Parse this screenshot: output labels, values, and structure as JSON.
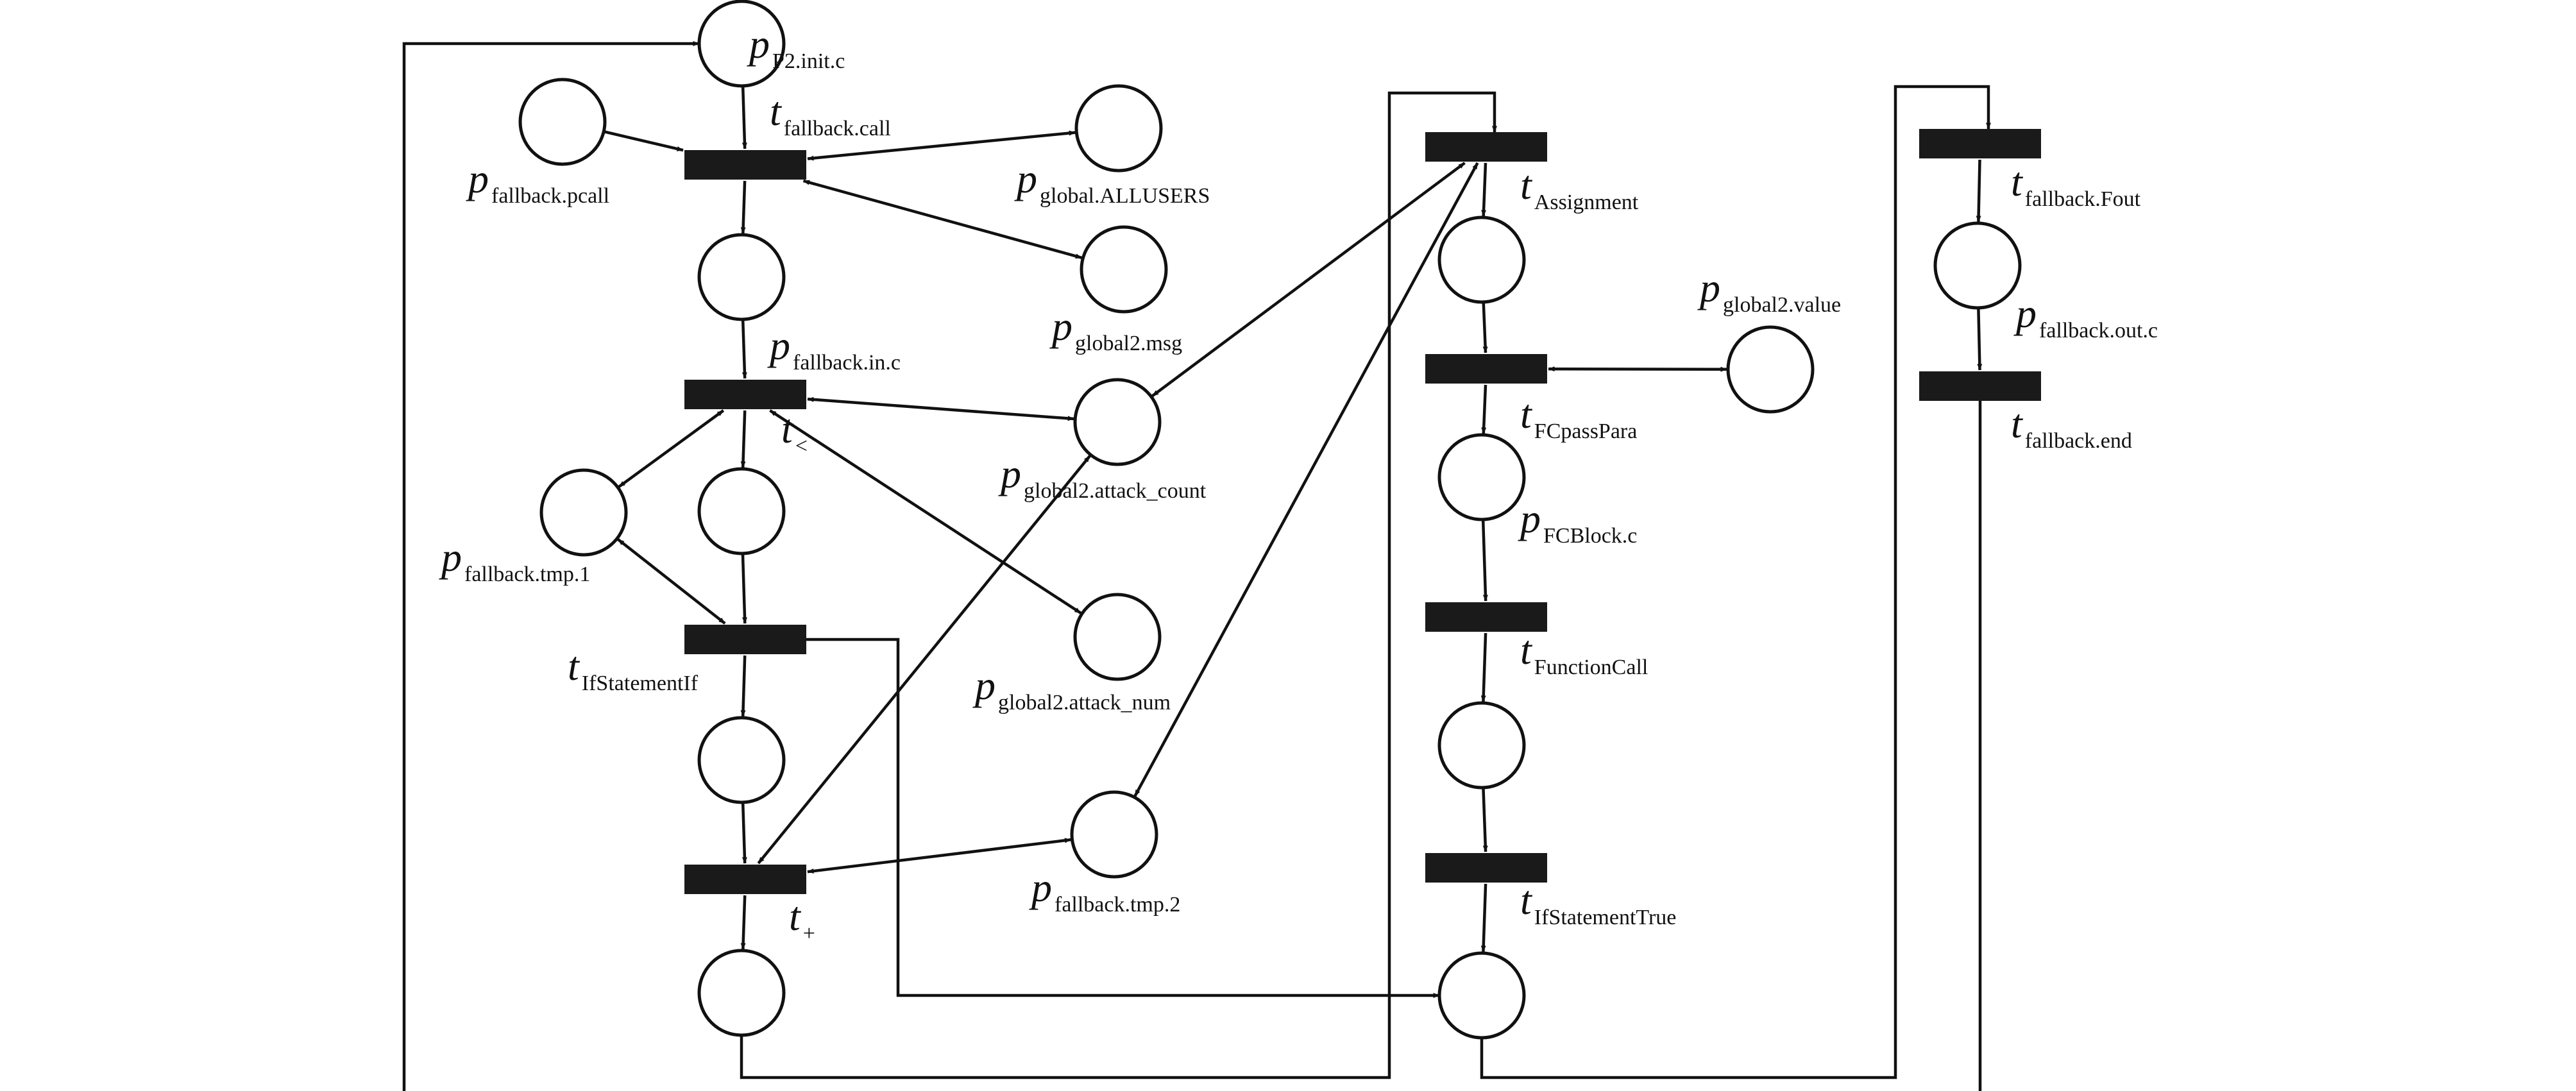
{
  "places": [
    {
      "id": "P_init",
      "name": "p",
      "sub": "P2.init.c"
    },
    {
      "id": "P_pcall",
      "name": "p",
      "sub": "fallback.pcall"
    },
    {
      "id": "P_allusers",
      "name": "p",
      "sub": "global.ALLUSERS"
    },
    {
      "id": "P_in",
      "name": "p",
      "sub": "fallback.in.c"
    },
    {
      "id": "P_msg",
      "name": "p",
      "sub": "global2.msg"
    },
    {
      "id": "P_count",
      "name": "p",
      "sub": "global2.attack_count"
    },
    {
      "id": "P_tmp1",
      "name": "p",
      "sub": "fallback.tmp.1"
    },
    {
      "id": "P_mid",
      "name": "",
      "sub": ""
    },
    {
      "id": "P_num",
      "name": "p",
      "sub": "global2.attack_num"
    },
    {
      "id": "P_if",
      "name": "",
      "sub": ""
    },
    {
      "id": "P_tmp2",
      "name": "p",
      "sub": "fallback.tmp.2"
    },
    {
      "id": "P_end_left",
      "name": "",
      "sub": ""
    },
    {
      "id": "P_assign",
      "name": "",
      "sub": ""
    },
    {
      "id": "P_value",
      "name": "p",
      "sub": "global2.value"
    },
    {
      "id": "P_fcblock",
      "name": "p",
      "sub": "FCBlock.c"
    },
    {
      "id": "P_fcall",
      "name": "",
      "sub": ""
    },
    {
      "id": "P_true",
      "name": "",
      "sub": ""
    },
    {
      "id": "P_out",
      "name": "p",
      "sub": "fallback.out.c"
    }
  ],
  "transitions": [
    {
      "id": "T_call",
      "name": "t",
      "sub": "fallback.call"
    },
    {
      "id": "T_lt",
      "name": "t",
      "sub": "<"
    },
    {
      "id": "T_if",
      "name": "t",
      "sub": "IfStatementIf"
    },
    {
      "id": "T_plus",
      "name": "t",
      "sub": "+"
    },
    {
      "id": "T_assign",
      "name": "t",
      "sub": "Assignment"
    },
    {
      "id": "T_pass",
      "name": "t",
      "sub": "FCpassPara"
    },
    {
      "id": "T_fcall",
      "name": "t",
      "sub": "FunctionCall"
    },
    {
      "id": "T_true",
      "name": "t",
      "sub": "IfStatementTrue"
    },
    {
      "id": "T_fout",
      "name": "t",
      "sub": "fallback.Fout"
    },
    {
      "id": "T_end",
      "name": "t",
      "sub": "fallback.end"
    }
  ],
  "arcs": [
    {
      "from": "P_init",
      "to": "T_call",
      "type": "forward"
    },
    {
      "from": "P_pcall",
      "to": "T_call",
      "type": "forward"
    },
    {
      "from": "T_call",
      "to": "P_allusers",
      "type": "bidirectional"
    },
    {
      "from": "T_call",
      "to": "P_msg",
      "type": "bidirectional"
    },
    {
      "from": "T_call",
      "to": "P_in",
      "type": "forward"
    },
    {
      "from": "P_in",
      "to": "T_lt",
      "type": "forward"
    },
    {
      "from": "T_lt",
      "to": "P_count",
      "type": "bidirectional"
    },
    {
      "from": "T_lt",
      "to": "P_num",
      "type": "bidirectional"
    },
    {
      "from": "T_lt",
      "to": "P_tmp1",
      "type": "bidirectional"
    },
    {
      "from": "T_lt",
      "to": "P_mid",
      "type": "forward"
    },
    {
      "from": "P_mid",
      "to": "T_if",
      "type": "forward"
    },
    {
      "from": "P_tmp1",
      "to": "T_if",
      "type": "bidirectional"
    },
    {
      "from": "T_if",
      "to": "P_if",
      "type": "forward"
    },
    {
      "from": "T_if",
      "to": "P_true",
      "type": "forward"
    },
    {
      "from": "P_if",
      "to": "T_plus",
      "type": "forward"
    },
    {
      "from": "T_plus",
      "to": "P_count",
      "type": "bidirectional"
    },
    {
      "from": "T_plus",
      "to": "P_tmp2",
      "type": "bidirectional"
    },
    {
      "from": "T_plus",
      "to": "P_end_left",
      "type": "forward"
    },
    {
      "from": "P_end_left",
      "to": "T_assign",
      "type": "forward"
    },
    {
      "from": "T_assign",
      "to": "P_count",
      "type": "bidirectional"
    },
    {
      "from": "T_assign",
      "to": "P_tmp2",
      "type": "bidirectional"
    },
    {
      "from": "T_assign",
      "to": "P_assign",
      "type": "forward"
    },
    {
      "from": "P_assign",
      "to": "T_pass",
      "type": "forward"
    },
    {
      "from": "T_pass",
      "to": "P_value",
      "type": "bidirectional"
    },
    {
      "from": "T_pass",
      "to": "P_fcblock",
      "type": "forward"
    },
    {
      "from": "P_fcblock",
      "to": "T_fcall",
      "type": "forward"
    },
    {
      "from": "T_fcall",
      "to": "P_fcall",
      "type": "forward"
    },
    {
      "from": "P_fcall",
      "to": "T_true",
      "type": "forward"
    },
    {
      "from": "T_true",
      "to": "P_true",
      "type": "forward"
    },
    {
      "from": "P_true",
      "to": "T_fout",
      "type": "forward"
    },
    {
      "from": "T_fout",
      "to": "P_out",
      "type": "forward"
    },
    {
      "from": "P_out",
      "to": "T_end",
      "type": "forward"
    },
    {
      "from": "T_end",
      "to": "P_init",
      "type": "forward"
    }
  ]
}
